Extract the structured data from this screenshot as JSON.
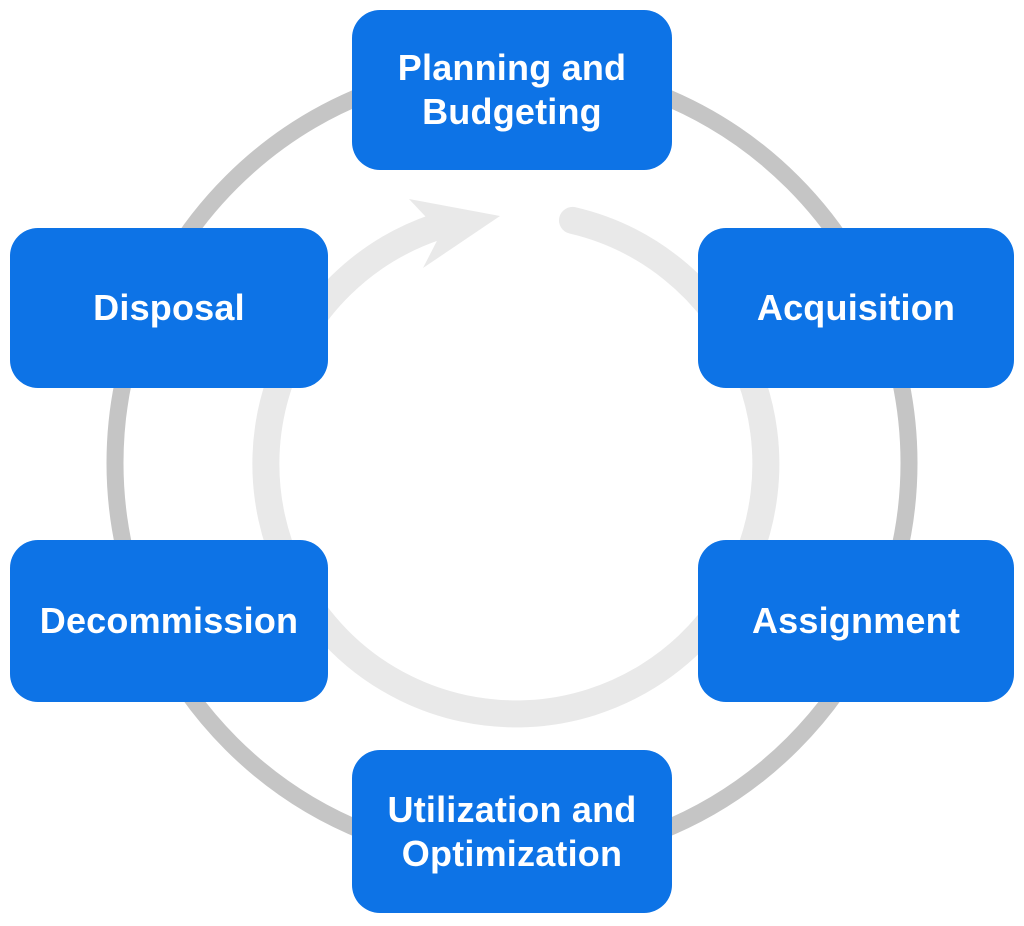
{
  "diagram": {
    "cycle_direction": "clockwise",
    "nodes": [
      {
        "id": "planning",
        "label": "Planning and Budgeting"
      },
      {
        "id": "acquisition",
        "label": "Acquisition"
      },
      {
        "id": "assignment",
        "label": "Assignment"
      },
      {
        "id": "utilization",
        "label": "Utilization and Optimization"
      },
      {
        "id": "decommission",
        "label": "Decommission"
      },
      {
        "id": "disposal",
        "label": "Disposal"
      }
    ],
    "colors": {
      "node_fill": "#0d73e6",
      "node_text": "#ffffff",
      "outer_ring": "#c5c5c5",
      "inner_arrow": "#e9e9e9"
    }
  }
}
